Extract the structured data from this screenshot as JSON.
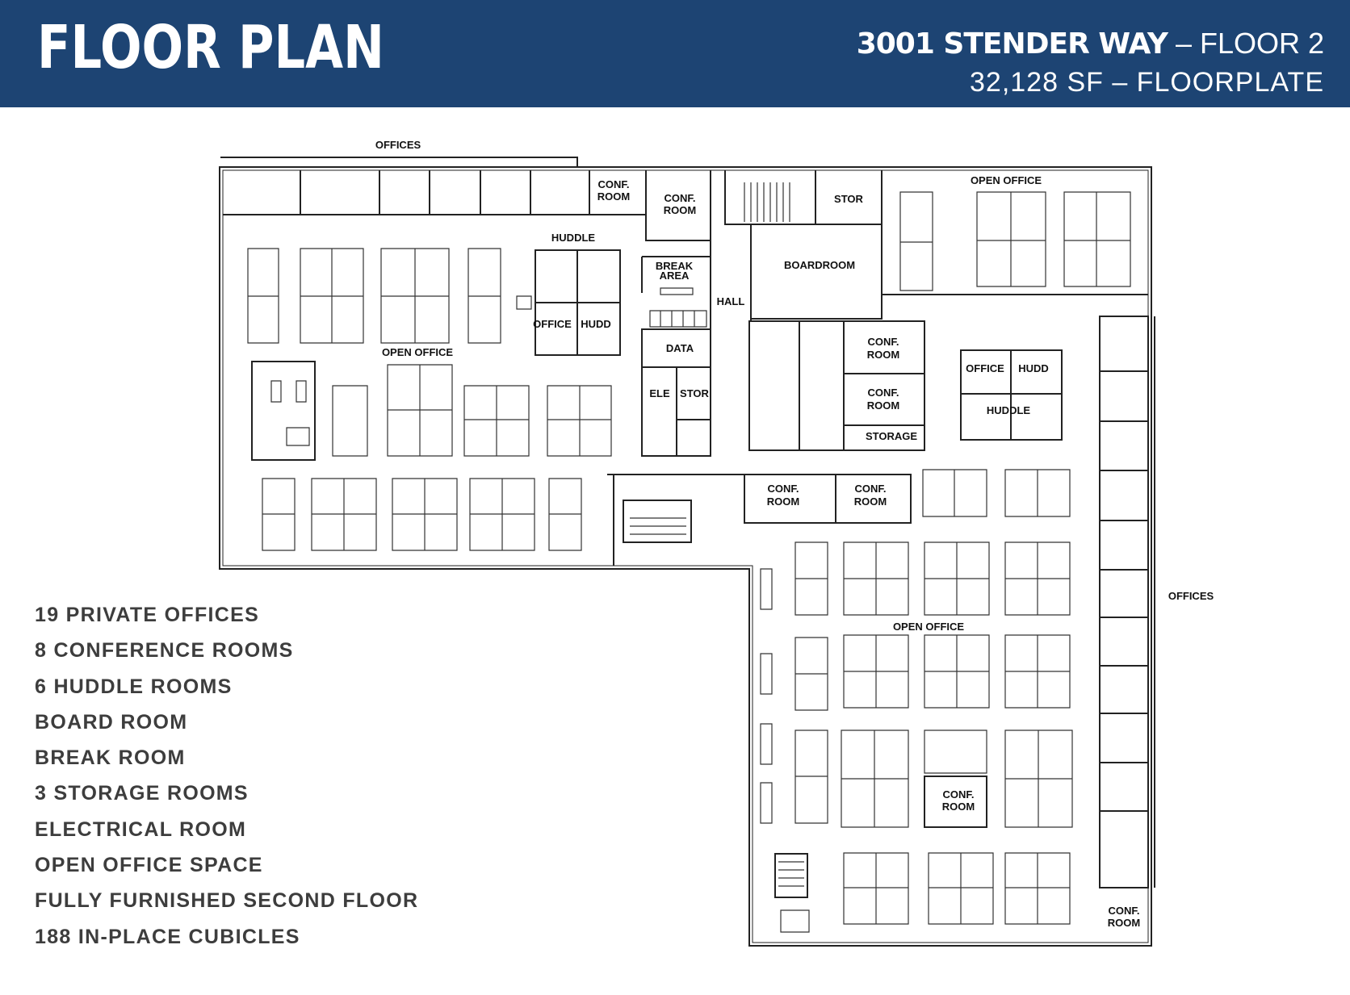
{
  "header": {
    "title": "FLOOR PLAN",
    "address": "3001 STENDER WAY",
    "floor": " – FLOOR 2",
    "area": "32,128 SF – FLOORPLATE"
  },
  "features": [
    "19 PRIVATE OFFICES",
    "8 CONFERENCE ROOMS",
    "6 HUDDLE ROOMS",
    "BOARD ROOM",
    "BREAK ROOM",
    "3 STORAGE ROOMS",
    "ELECTRICAL ROOM",
    "OPEN OFFICE SPACE",
    "FULLY FURNISHED SECOND FLOOR",
    "188 IN-PLACE CUBICLES"
  ],
  "labels": {
    "offices_top": "OFFICES",
    "conf_1": [
      "CONF.",
      "ROOM"
    ],
    "conf_2": [
      "CONF.",
      "ROOM"
    ],
    "stor_top": "STOR",
    "open_office_ne": "OPEN OFFICE",
    "huddle_w": "HUDDLE",
    "break_area": [
      "BREAK",
      "AREA"
    ],
    "boardroom": "BOARDROOM",
    "hall": "HALL",
    "office_w": "OFFICE",
    "hudd_w": "HUDD",
    "open_office_w": "OPEN OFFICE",
    "data": "DATA",
    "conf_3": [
      "CONF.",
      "ROOM"
    ],
    "office_e": "OFFICE",
    "hudd_e": "HUDD",
    "conf_4": [
      "CONF.",
      "ROOM"
    ],
    "huddle_e": "HUDDLE",
    "ele": "ELE",
    "stor_mid": "STOR",
    "storage": "STORAGE",
    "conf_5": [
      "CONF.",
      "ROOM"
    ],
    "conf_6": [
      "CONF.",
      "ROOM"
    ],
    "offices_right": "OFFICES",
    "open_office_s": "OPEN OFFICE",
    "conf_7": [
      "CONF.",
      "ROOM"
    ],
    "conf_8": [
      "CONF.",
      "ROOM"
    ]
  },
  "colors": {
    "header_bg": "#1d4473",
    "header_text": "#ffffff",
    "feature_text": "#3d3d3d",
    "plan_line": "#222222"
  }
}
